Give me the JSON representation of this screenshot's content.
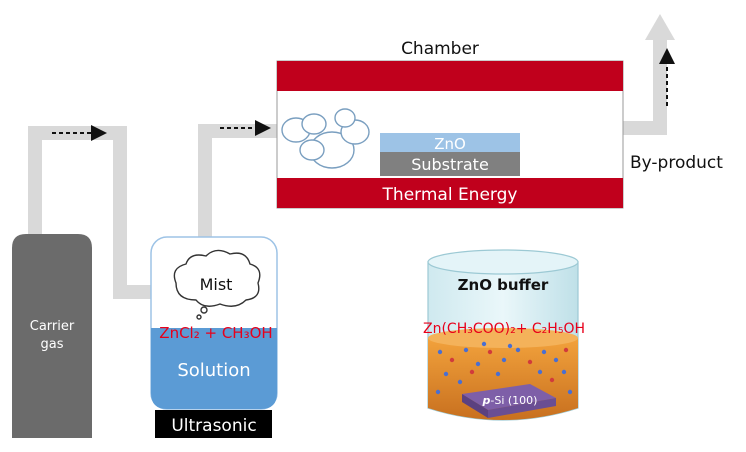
{
  "labels": {
    "chamber": "Chamber",
    "zno": "ZnO",
    "substrate": "Substrate",
    "thermal_energy": "Thermal Energy",
    "by_product": "By-product",
    "carrier_line1": "Carrier",
    "carrier_line2": "gas",
    "mist": "Mist",
    "solution_formula": "ZnCl₂ + CH₃OH",
    "solution": "Solution",
    "ultrasonic": "Ultrasonic",
    "zno_buffer": "ZnO buffer",
    "buffer_formula": "Zn(CH₃COO)₂+ C₂H₅OH",
    "psi_italic": "p",
    "psi_rest": "-Si (100)"
  },
  "colors": {
    "red_band": "#c0001c",
    "pipe": "#d9d9d9",
    "cylinder": "#6b6b6b",
    "zno_layer": "#9dc3e6",
    "substrate_layer": "#808080",
    "solution": "#5b9bd5",
    "formula_text": "#e8001a",
    "orange_liquid": "#e08a2e",
    "purple_wafer": "#7e5fa8"
  }
}
